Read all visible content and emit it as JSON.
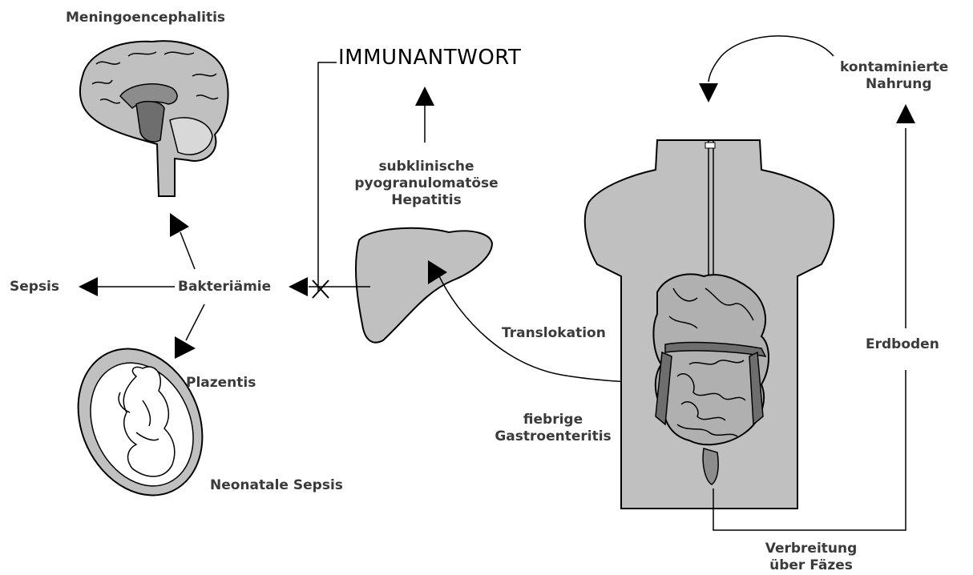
{
  "labels": {
    "meningoencephalitis": "Meningoencephalitis",
    "immunantwort": "IMMUNANTWORT",
    "kontaminierte_nahrung": [
      "kontaminierte",
      "Nahrung"
    ],
    "subklinische_hepatitis": [
      "subklinische",
      "pyogranulomatöse",
      "Hepatitis"
    ],
    "sepsis": "Sepsis",
    "bakteriaemie": "Bakteriämie",
    "translokation": "Translokation",
    "erdboden": "Erdboden",
    "plazentis": "Plazentis",
    "fiebrige_gastroenteritis": [
      "fiebrige",
      "Gastroenteritis"
    ],
    "neonatale_sepsis": "Neonatale Sepsis",
    "verbreitung_ueber_faezes": [
      "Verbreitung",
      "über Fäzes"
    ]
  },
  "colors": {
    "organ_fill": "#c0c0c0",
    "organ_dark": "#8c8c8c",
    "outline": "#000000",
    "text": "#3a3a3a",
    "background": "#ffffff"
  },
  "icons": [
    "brain-icon",
    "liver-icon",
    "torso-icon",
    "intestines-icon",
    "fetus-icon"
  ]
}
